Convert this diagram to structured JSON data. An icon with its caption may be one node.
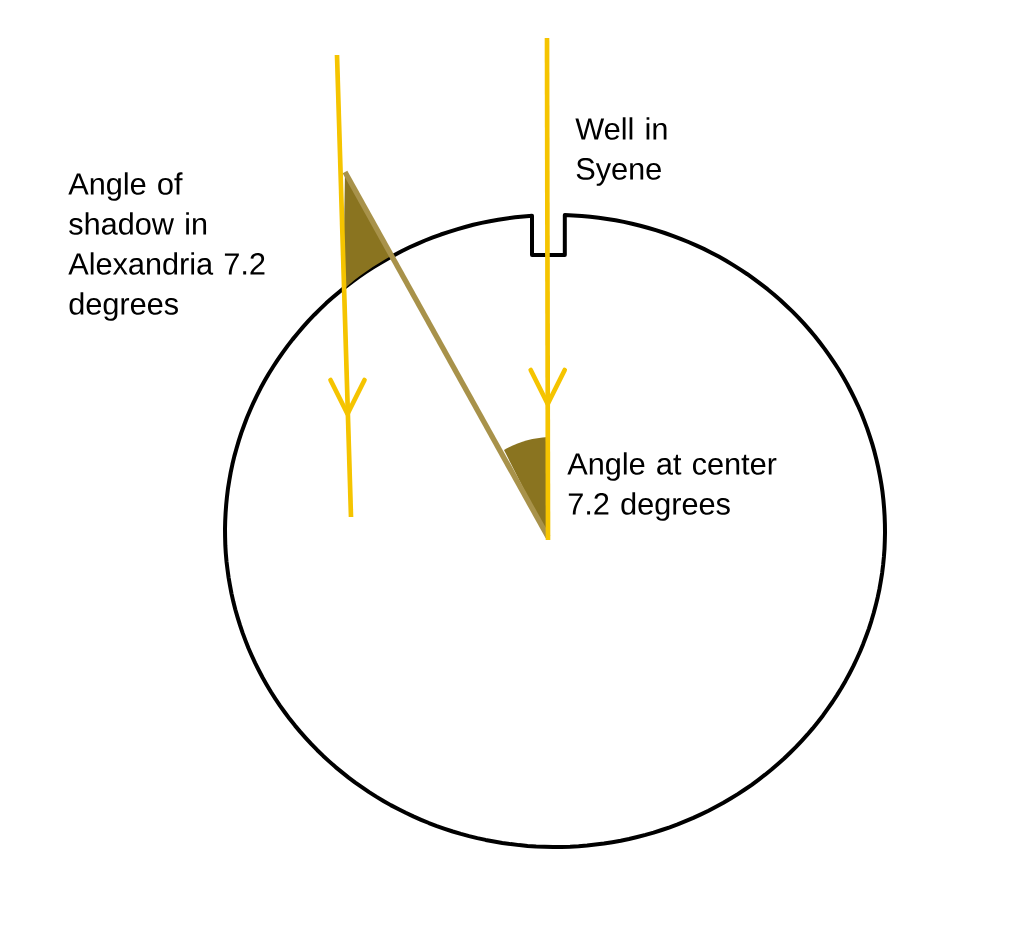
{
  "diagram": {
    "labels": [
      "Angle of shadow in Alexandria 7.2 degrees",
      "Well in Syene",
      "Angle at center 7.2 degrees"
    ]
  }
}
